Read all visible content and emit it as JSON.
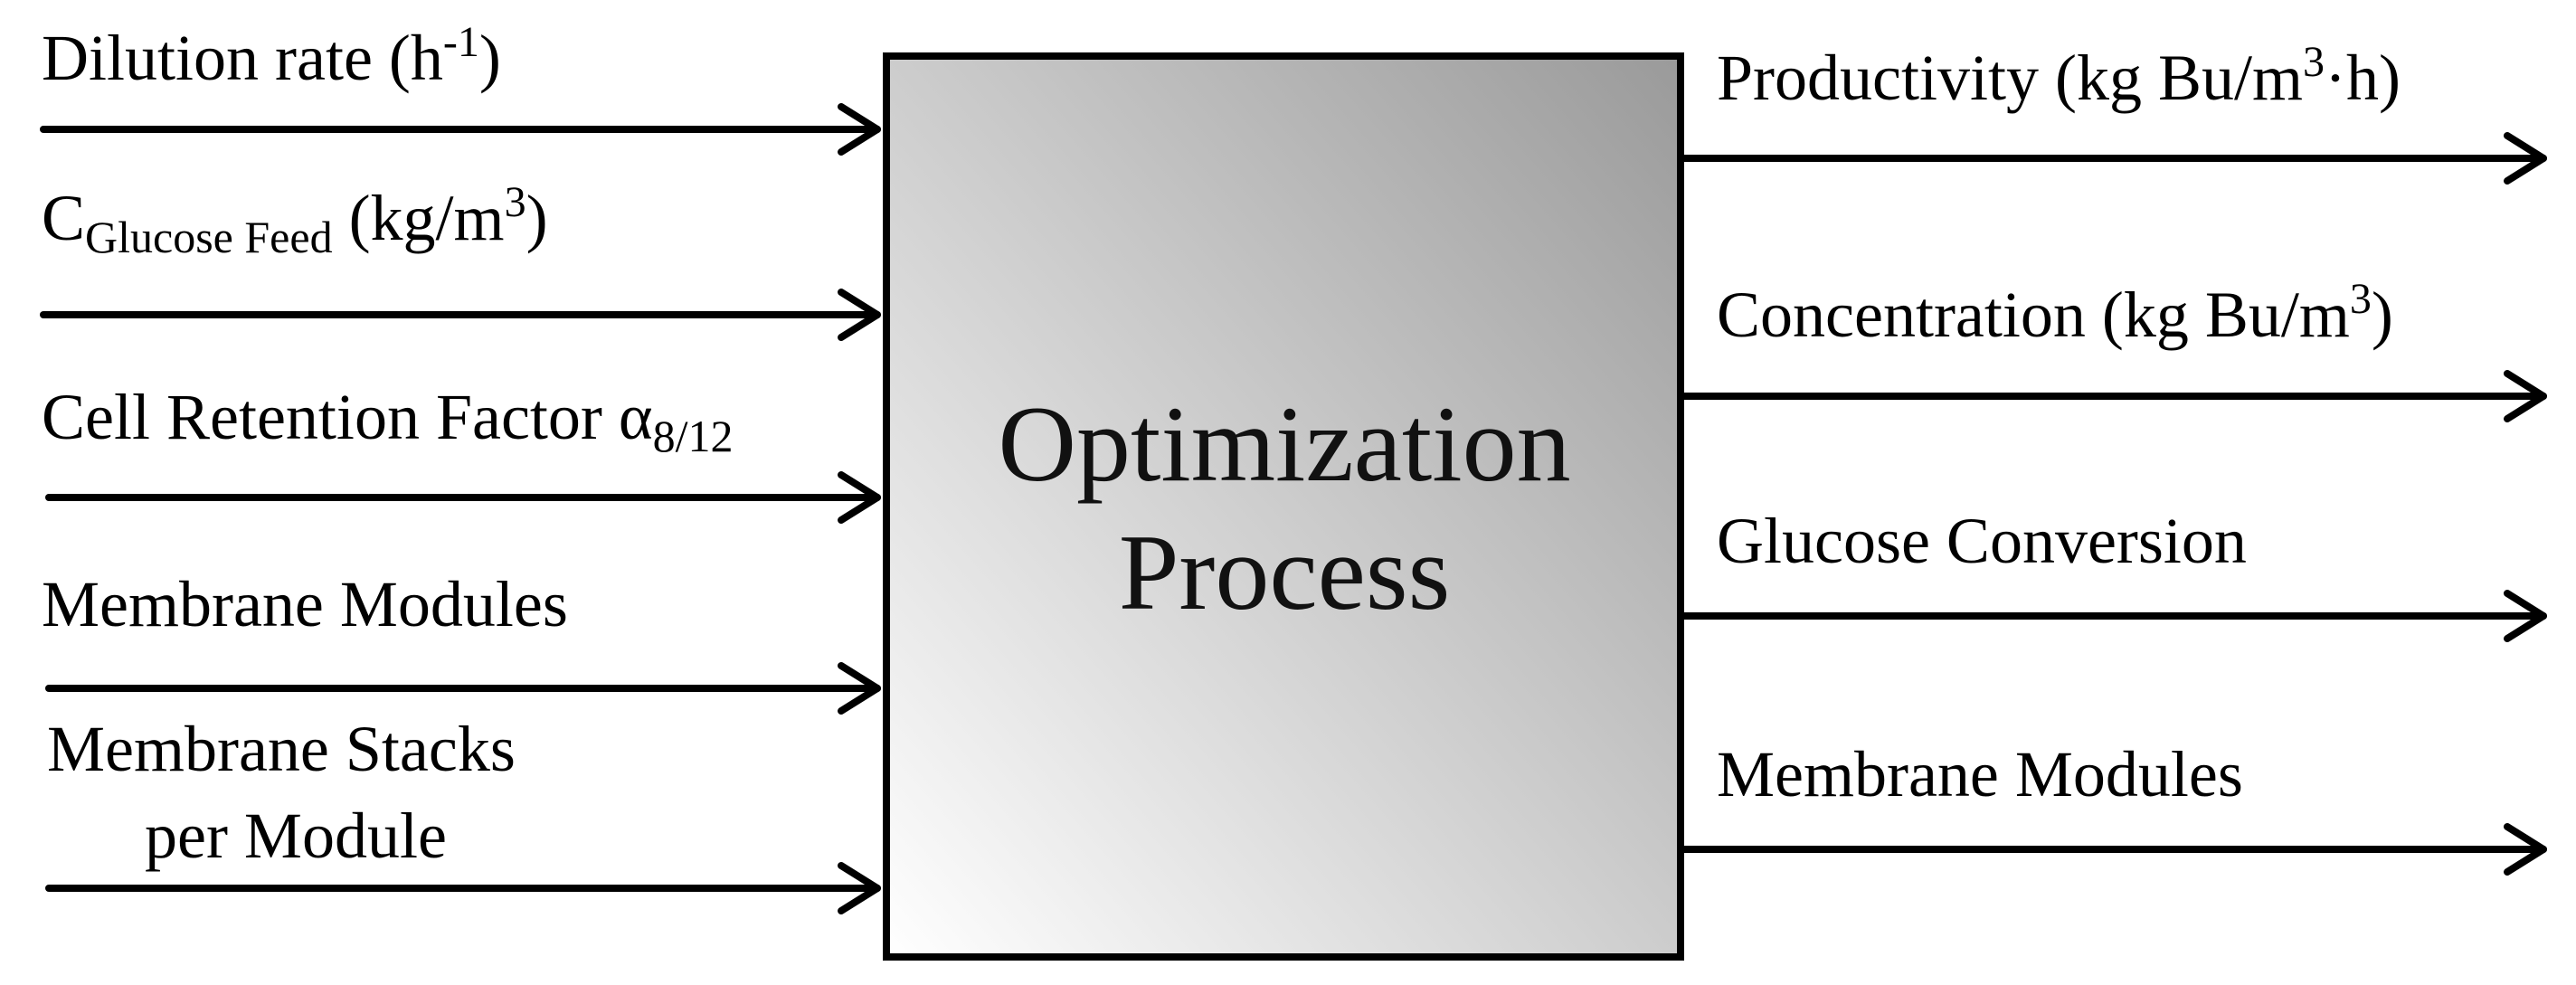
{
  "colors": {
    "box_gradient_start": "#ffffff",
    "box_gradient_end": "#9a9a9a",
    "stroke": "#000000"
  },
  "block": {
    "title_line1": "Optimization",
    "title_line2": "Process"
  },
  "inputs": {
    "dilution": {
      "main": "Dilution rate (h",
      "sup": "-1",
      "tail": ")"
    },
    "glucose": {
      "main": "C",
      "sub": "Glucose Feed",
      "mid": " (kg/m",
      "sup": "3",
      "tail": ")"
    },
    "retention": {
      "main": "Cell Retention Factor α",
      "sub": "8/12"
    },
    "modules": {
      "main": "Membrane Modules"
    },
    "stacks": {
      "line1": "Membrane Stacks",
      "line2": "per Module"
    }
  },
  "outputs": {
    "productivity": {
      "main": "Productivity (kg Bu/m",
      "sup": "3",
      "tail": "·h)"
    },
    "concentration": {
      "main": "Concentration (kg Bu/m",
      "sup": "3",
      "tail": ")"
    },
    "conversion": {
      "main": "Glucose Conversion"
    },
    "modules": {
      "main": "Membrane Modules"
    }
  }
}
